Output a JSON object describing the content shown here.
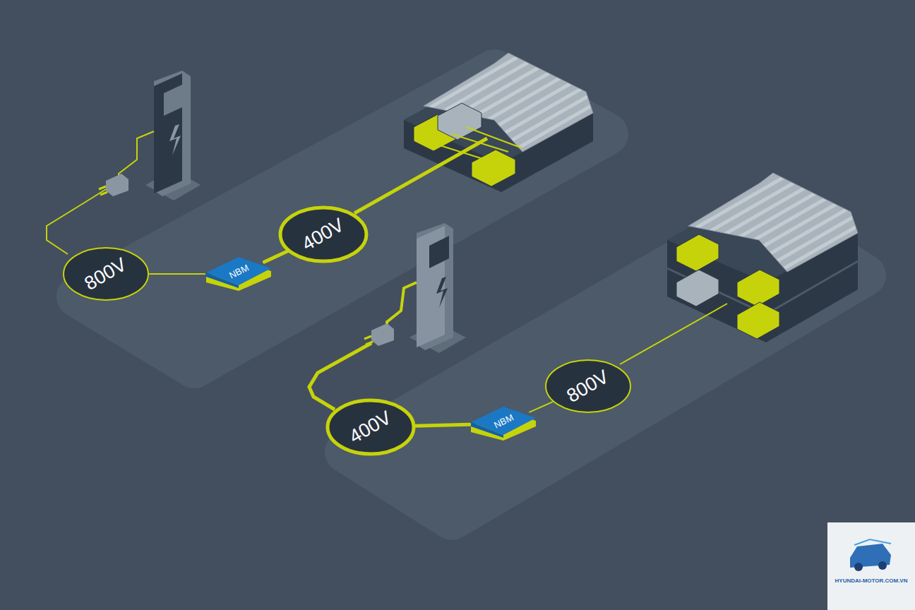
{
  "diagram": {
    "nodes": [
      {
        "text": [
          "800V"
        ]
      },
      {
        "text": [
          "NBM"
        ]
      },
      {
        "text": [
          "400V"
        ]
      },
      {
        "text": [
          "400V"
        ]
      },
      {
        "text": [
          "NBM"
        ]
      },
      {
        "text": [
          "800V"
        ]
      }
    ],
    "edges": [
      {
        "from": 0,
        "to": 1,
        "arrow": "none"
      },
      {
        "from": 1,
        "to": 2,
        "arrow": "none"
      },
      {
        "from": 3,
        "to": 4,
        "arrow": "none"
      },
      {
        "from": 4,
        "to": 5,
        "arrow": "none"
      }
    ],
    "labels": [
      "HYUNDAI-MOTOR.COM.VN"
    ]
  }
}
